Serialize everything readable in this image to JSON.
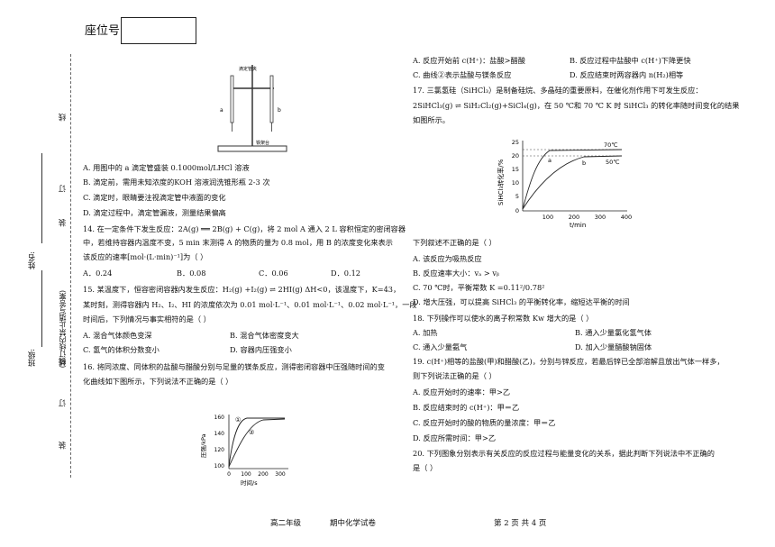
{
  "header": {
    "seat_label": "座位号"
  },
  "binding": {
    "class_label": "班级:",
    "name_label": "姓名:",
    "warning": "(装订线内禁止填写答案)",
    "chars_left": [
      "线",
      "订",
      "装"
    ],
    "chars_right": [
      "线",
      "订",
      "装"
    ]
  },
  "left": {
    "fig_titration": {
      "label_top": "滴定管夹",
      "label_a": "a",
      "label_b": "b",
      "label_bottom": "铁架台"
    },
    "q13_options": [
      "A. 用图中的 a 滴定管盛装 0.1000mol/LHCl 溶液",
      "B. 滴定前，需用未知浓度的KOH 溶液润洗锥形瓶 2-3 次",
      "C. 滴定时，眼睛要注视滴定管中液面的变化",
      "D. 滴定过程中，滴定管漏液，测量结果偏高"
    ],
    "q14_lines": [
      "14. 在一定条件下发生反应：2A(g) ══ 2B(g) + C(g)，将 2 mol A 通入 2 L 容积恒定的密闭容器",
      "中，若维持容器内温度不变，5 min 末测得 A 的物质的量为 0.8 mol，用 B 的浓度变化来表示",
      "该反应的速率[mol·(L·min)⁻¹]为（   ）"
    ],
    "q14_options": [
      "A．0.24",
      "B．0.08",
      "C．0.06",
      "D．0.12"
    ],
    "q15_lines": [
      "15. 某温度下，恒容密闭容器内发生反应：H₂(g) +I₂(g) ⇌ 2HI(g)   ΔH<0，该温度下，K=43，",
      "某时刻，测得容器内 H₂、I₂、HI 的浓度依次为 0.01 mol·L⁻¹、0.01 mol·L⁻¹、0.02 mol·L⁻¹，一段",
      "时间后，下列情况与事实相符的是（   ）"
    ],
    "q15_options": [
      "A. 混合气体颜色变深",
      "B. 混合气体密度变大",
      "C. 氢气的体积分数变小",
      "D. 容器内压强变小"
    ],
    "q16_lines": [
      "16. 将同浓度、同体积的盐酸与醋酸分别与足量的镁条反应，测得密闭容器中压强随时间的变",
      "化曲线如下图所示，下列说法不正确的是（   ）"
    ],
    "fig_pressure": {
      "ylabel": "压强/kPa",
      "xlabel": "时间/s",
      "y_ticks": [
        "160",
        "140",
        "120",
        "100"
      ],
      "x_ticks": [
        "0",
        "100",
        "200",
        "300"
      ],
      "curve_1": "①",
      "curve_2": "②"
    }
  },
  "right": {
    "q16_options": [
      "A. 反应开始前 c(H⁺)：盐酸>醋酸",
      "B. 反应过程中盐酸中 c(H⁺)下降更快",
      "C. 曲线②表示盐酸与镁条反应",
      "D. 反应结束时两容器内 n(H₂)相等"
    ],
    "q17_lines": [
      "17. 三氯氢硅（SiHCl₃）是制备硅烷、多晶硅的重要原料，在催化剂作用下可发生反应：",
      "2SiHCl₃(g) ⇌ SiH₂Cl₂(g)+SiCl₄(g)，在 50 ℃和 70 ℃ K 时 SiHCl₃ 的转化率随时间变化的结果",
      "如图所示。"
    ],
    "fig_conversion": {
      "ylabel": "SiHCl₃转化率/%",
      "xlabel": "t/min",
      "y_ticks": [
        "25",
        "20",
        "15",
        "10",
        "5",
        "0"
      ],
      "x_ticks": [
        "100",
        "200",
        "300",
        "400"
      ],
      "label_70": "70℃",
      "label_50": "50℃",
      "point_a": "a",
      "point_b": "b"
    },
    "q17_ask": "下列叙述不正确的是（   ）",
    "q17_options": [
      "A. 该反应为吸热反应",
      "B. 反应速率大小：vₐ > vᵦ",
      "C. 70 ℃时，平衡常数 K =0.11²/0.78²",
      "D. 增大压强，可以提高 SiHCl₃ 的平衡转化率，缩短达平衡的时间"
    ],
    "q18_line": "18. 下列操作可以使水的离子积常数 Kw 增大的是（   ）",
    "q18_options": [
      "A. 加热",
      "B. 通入少量氯化氢气体",
      "C. 通入少量氨气",
      "D. 加入少量醋酸钠固体"
    ],
    "q19_lines": [
      "19. c(H⁺)相等的盐酸(甲)和醋酸(乙)，分别与锌反应，若最后锌已全部溶解且放出气体一样多，",
      "则下列说法正确的是（   ）"
    ],
    "q19_options": [
      "A. 反应开始时的速率：甲>乙",
      "B. 反应结束时的 c(H⁺)：甲＝乙",
      "C. 反应开始时的酸的物质的量浓度：甲＝乙",
      "D. 反应所需时间：甲>乙"
    ],
    "q20_lines": [
      "20. 下列图象分别表示有关反应的反应过程与能量变化的关系，据此判断下列说法中不正确的",
      "是（   ）"
    ]
  },
  "footer": {
    "grade": "高二年级",
    "exam": "期中化学试卷",
    "page": "第 2 页 共 4 页"
  }
}
